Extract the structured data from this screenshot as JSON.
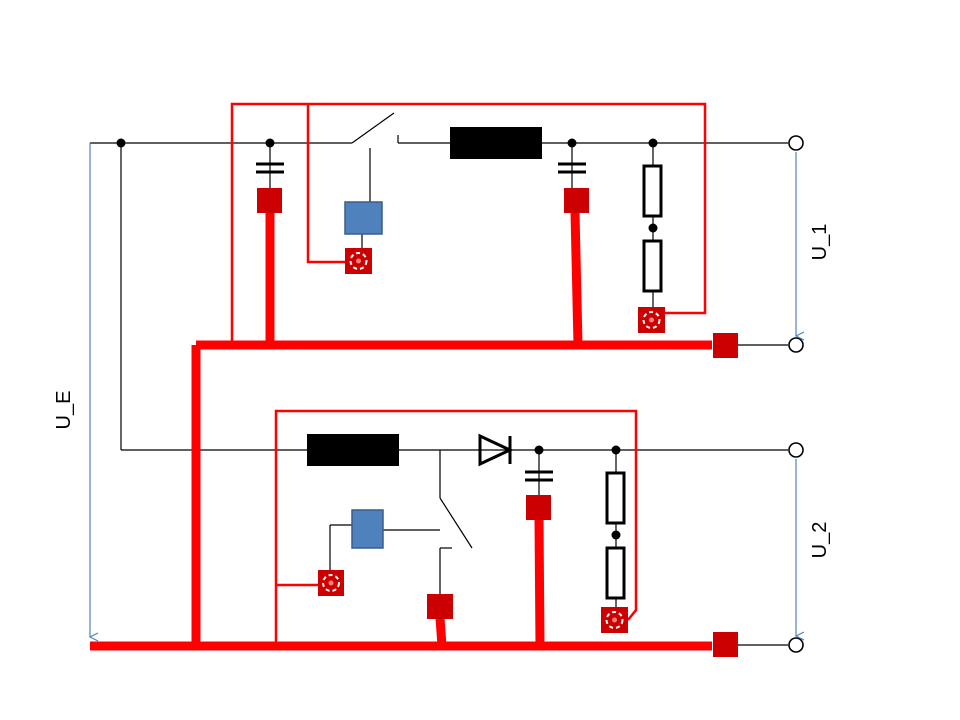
{
  "labels": {
    "u_e": "U_E",
    "u_1": "U_1",
    "u_2": "U_2"
  },
  "colors": {
    "wire": "#000000",
    "ground_bus": "#ff0000",
    "pad": "#cc0000",
    "relay_coil": "#4f81bd",
    "dimension": "#4f81bd",
    "background": "#ffffff"
  },
  "icons": {
    "relay": "relay-coil-icon",
    "inductor": "inductor-icon",
    "diode": "diode-icon",
    "capacitor": "capacitor-icon",
    "resistor": "resistor-icon",
    "terminal": "terminal-icon",
    "pad": "ground-pad-icon",
    "test_point": "test-point-icon"
  }
}
